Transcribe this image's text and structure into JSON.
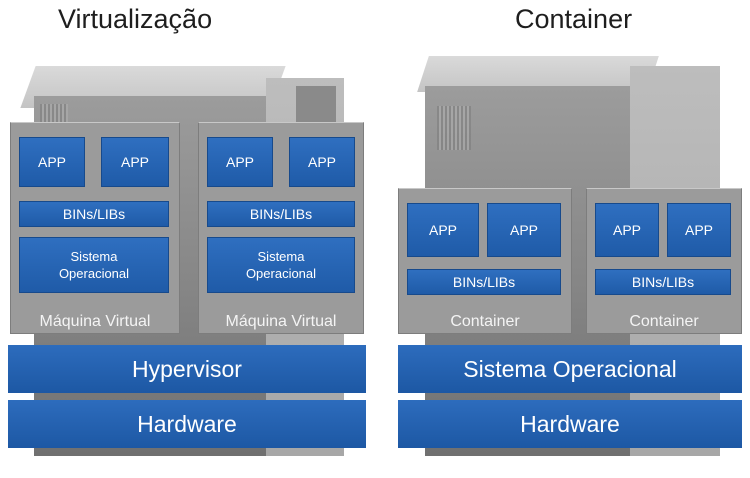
{
  "titles": {
    "left": "Virtualização",
    "right": "Container"
  },
  "virtualization": {
    "machines": [
      {
        "app1": "APP",
        "app2": "APP",
        "bins": "BINs/LIBs",
        "os_line1": "Sistema",
        "os_line2": "Operacional",
        "label": "Máquina Virtual"
      },
      {
        "app1": "APP",
        "app2": "APP",
        "bins": "BINs/LIBs",
        "os_line1": "Sistema",
        "os_line2": "Operacional",
        "label": "Máquina Virtual"
      }
    ],
    "layer_hypervisor": "Hypervisor",
    "layer_hardware": "Hardware"
  },
  "container": {
    "units": [
      {
        "app1": "APP",
        "app2": "APP",
        "bins": "BINs/LIBs",
        "label": "Container"
      },
      {
        "app1": "APP",
        "app2": "APP",
        "bins": "BINs/LIBs",
        "label": "Container"
      }
    ],
    "layer_os": "Sistema Operacional",
    "layer_hardware": "Hardware"
  },
  "colors": {
    "accent_blue": "#1f5ba8",
    "frame_gray": "#9b9b9b"
  }
}
